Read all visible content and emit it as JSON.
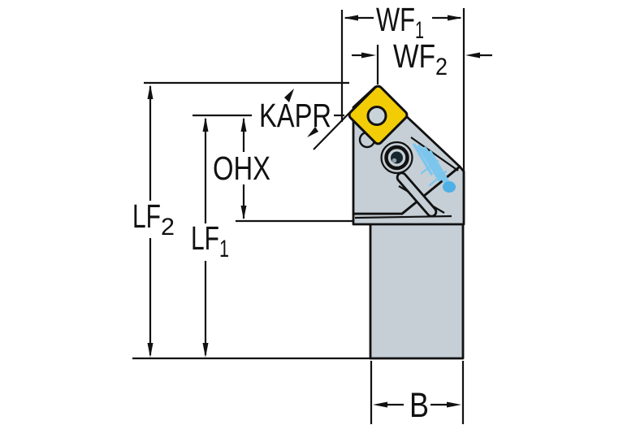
{
  "diagram": {
    "type": "tool-holder-dimensional-drawing",
    "labels": {
      "wf1": {
        "base": "WF",
        "sub": "1"
      },
      "wf2": {
        "base": "WF",
        "sub": "2"
      },
      "kapr": "KAPR",
      "kapr_dash": "–",
      "ohx": "OHX",
      "lf2": {
        "base": "LF",
        "sub": "2"
      },
      "lf1": {
        "base": "LF",
        "sub": "1"
      },
      "b": "B"
    },
    "colors": {
      "insert_yellow": "#f2cd05",
      "steel_gray": "#c5cfd5",
      "hole_gray": "#c9d3da",
      "coolant_blue": "#7cc6ee",
      "coolant_blob": "#4fb0e5",
      "screw_dark": "#17262e",
      "line_black": "#111111",
      "background": "#ffffff"
    }
  }
}
